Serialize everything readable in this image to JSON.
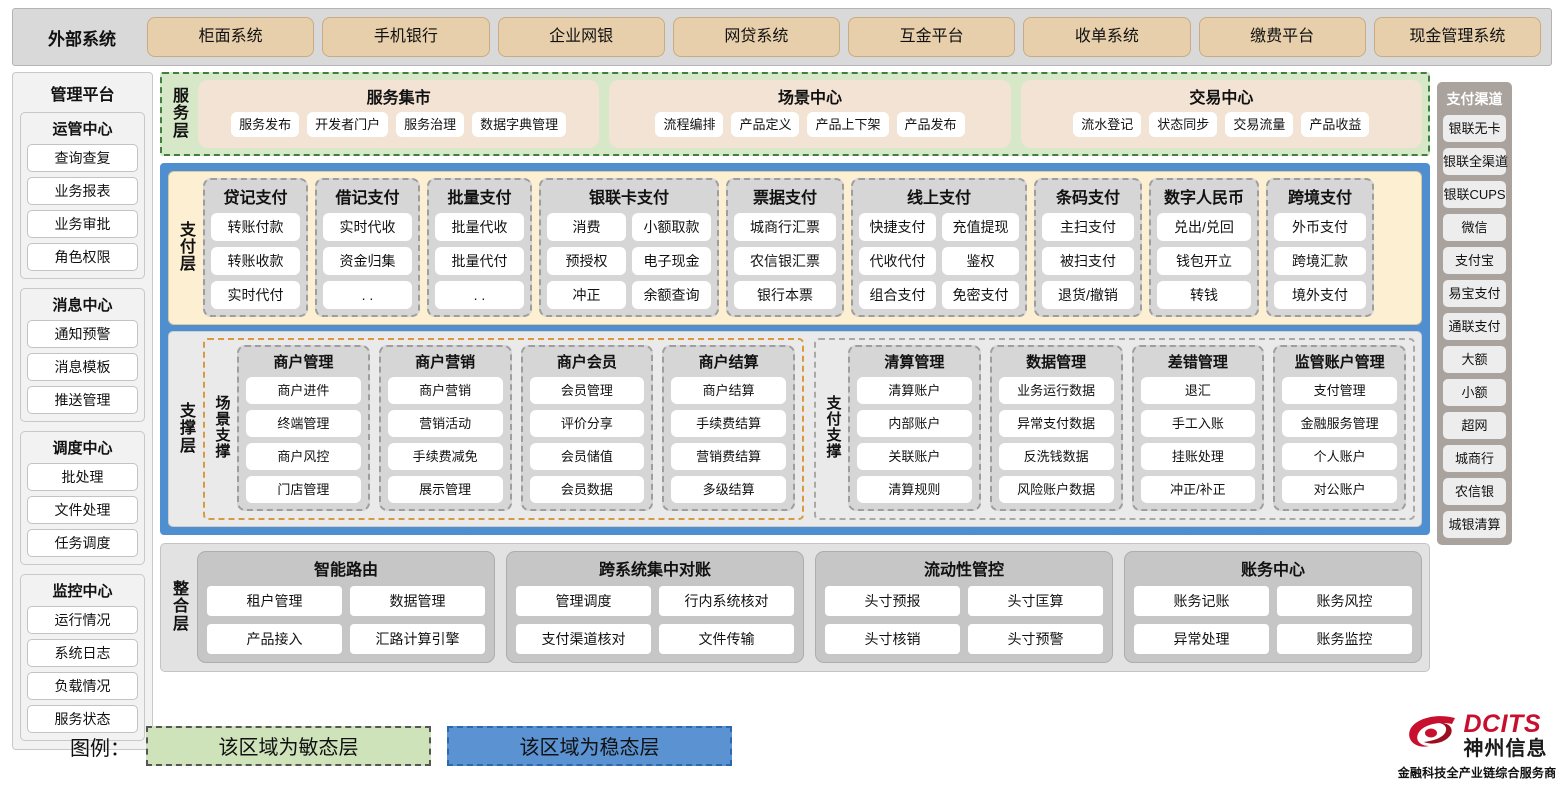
{
  "external": {
    "title": "外部系统",
    "items": [
      "柜面系统",
      "手机银行",
      "企业网银",
      "网贷系统",
      "互金平台",
      "收单系统",
      "缴费平台",
      "现金管理系统"
    ]
  },
  "admin": {
    "title": "管理平台",
    "groups": [
      {
        "title": "运管中心",
        "items": [
          "查询查复",
          "业务报表",
          "业务审批",
          "角色权限"
        ]
      },
      {
        "title": "消息中心",
        "items": [
          "通知预警",
          "消息模板",
          "推送管理"
        ]
      },
      {
        "title": "调度中心",
        "items": [
          "批处理",
          "文件处理",
          "任务调度"
        ]
      },
      {
        "title": "监控中心",
        "items": [
          "运行情况",
          "系统日志",
          "负载情况",
          "服务状态"
        ]
      }
    ]
  },
  "channels": {
    "title": "支付渠道",
    "items": [
      "银联无卡",
      "银联全渠道",
      "银联CUPS",
      "微信",
      "支付宝",
      "易宝支付",
      "通联支付",
      "大额",
      "小额",
      "超网",
      "城商行",
      "农信银",
      "城银清算"
    ]
  },
  "service_layer": {
    "label": "服务层",
    "groups": [
      {
        "title": "服务集市",
        "items": [
          "服务发布",
          "开发者门户",
          "服务治理",
          "数据字典管理"
        ]
      },
      {
        "title": "场景中心",
        "items": [
          "流程编排",
          "产品定义",
          "产品上下架",
          "产品发布"
        ]
      },
      {
        "title": "交易中心",
        "items": [
          "流水登记",
          "状态同步",
          "交易流量",
          "产品收益"
        ]
      }
    ]
  },
  "payment_layer": {
    "label": "支付层",
    "groups": [
      {
        "title": "贷记支付",
        "cols": 1,
        "items": [
          "转账付款",
          "转账收款",
          "实时代付"
        ]
      },
      {
        "title": "借记支付",
        "cols": 1,
        "items": [
          "实时代收",
          "资金归集",
          ". ."
        ]
      },
      {
        "title": "批量支付",
        "cols": 1,
        "items": [
          "批量代收",
          "批量代付",
          ". ."
        ]
      },
      {
        "title": "银联卡支付",
        "cols": 2,
        "items": [
          "消费",
          "小额取款",
          "预授权",
          "电子现金",
          "冲正",
          "余额查询"
        ]
      },
      {
        "title": "票据支付",
        "cols": 1,
        "items": [
          "城商行汇票",
          "农信银汇票",
          "银行本票"
        ]
      },
      {
        "title": "线上支付",
        "cols": 2,
        "items": [
          "快捷支付",
          "充值提现",
          "代收代付",
          "鉴权",
          "组合支付",
          "免密支付"
        ]
      },
      {
        "title": "条码支付",
        "cols": 1,
        "items": [
          "主扫支付",
          "被扫支付",
          "退货/撤销"
        ]
      },
      {
        "title": "数字人民币",
        "cols": 1,
        "items": [
          "兑出/兑回",
          "钱包开立",
          "转钱"
        ]
      },
      {
        "title": "跨境支付",
        "cols": 1,
        "items": [
          "外币支付",
          "跨境汇款",
          "境外支付"
        ]
      }
    ]
  },
  "support_layer": {
    "label": "支撑层",
    "blocks": [
      {
        "label": "场景支撑",
        "cards": [
          {
            "title": "商户管理",
            "items": [
              "商户进件",
              "终端管理",
              "商户风控",
              "门店管理"
            ]
          },
          {
            "title": "商户营销",
            "items": [
              "商户营销",
              "营销活动",
              "手续费减免",
              "展示管理"
            ]
          },
          {
            "title": "商户会员",
            "items": [
              "会员管理",
              "评价分享",
              "会员储值",
              "会员数据"
            ]
          },
          {
            "title": "商户结算",
            "items": [
              "商户结算",
              "手续费结算",
              "营销费结算",
              "多级结算"
            ]
          }
        ]
      },
      {
        "label": "支付支撑",
        "cards": [
          {
            "title": "清算管理",
            "items": [
              "清算账户",
              "内部账户",
              "关联账户",
              "清算规则"
            ]
          },
          {
            "title": "数据管理",
            "items": [
              "业务运行数据",
              "异常支付数据",
              "反洗钱数据",
              "风险账户数据"
            ]
          },
          {
            "title": "差错管理",
            "items": [
              "退汇",
              "手工入账",
              "挂账处理",
              "冲正/补正"
            ]
          },
          {
            "title": "监管账户管理",
            "items": [
              "支付管理",
              "金融服务管理",
              "个人账户",
              "对公账户"
            ]
          }
        ]
      }
    ]
  },
  "integration_layer": {
    "label": "整合层",
    "groups": [
      {
        "title": "智能路由",
        "items": [
          "租户管理",
          "数据管理",
          "产品接入",
          "汇路计算引擎"
        ]
      },
      {
        "title": "跨系统集中对账",
        "items": [
          "管理调度",
          "行内系统核对",
          "支付渠道核对",
          "文件传输"
        ]
      },
      {
        "title": "流动性管控",
        "items": [
          "头寸预报",
          "头寸匡算",
          "头寸核销",
          "头寸预警"
        ]
      },
      {
        "title": "账务中心",
        "items": [
          "账务记账",
          "账务风控",
          "异常处理",
          "账务监控"
        ]
      }
    ]
  },
  "legend": {
    "label": "图例：",
    "agile": "该区域为敏态层",
    "stable": "该区域为稳态层"
  },
  "logo": {
    "brand": "DCITS",
    "cn": "神州信息",
    "tagline": "金融科技全产业链综合服务商"
  },
  "colors": {
    "agile_bg": "#d7e8c8",
    "stable_bg": "#4f8fd0",
    "payment_bg": "#fdf0d2",
    "external_chip": "#e8cfab",
    "brand_red": "#c8102e"
  }
}
